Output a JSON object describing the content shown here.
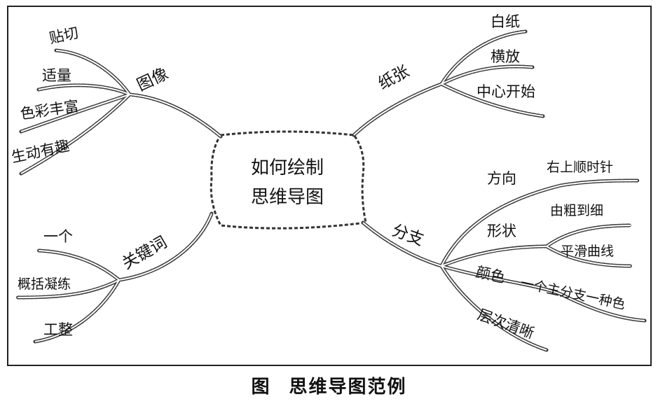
{
  "diagram": {
    "center": [
      "如何绘制",
      "思维导图"
    ],
    "branches": [
      {
        "id": "image",
        "label": "图像",
        "children": [
          "贴切",
          "适量",
          "色彩丰富",
          "生动有趣"
        ]
      },
      {
        "id": "paper",
        "label": "纸张",
        "children": [
          "白纸",
          "横放",
          "中心开始"
        ]
      },
      {
        "id": "keywords",
        "label": "关键词",
        "children": [
          "一个",
          "概括凝练",
          "工整"
        ]
      },
      {
        "id": "branch",
        "label": "分支",
        "children": [
          {
            "label": "方向",
            "children": [
              "右上顺时针"
            ]
          },
          {
            "label": "形状",
            "children": [
              "由粗到细",
              "平滑曲线"
            ]
          },
          {
            "label": "颜色",
            "children": [
              "一个主分支一种色"
            ]
          },
          {
            "label": "层次清晰",
            "children": []
          }
        ]
      }
    ]
  },
  "caption": {
    "prefix": "图",
    "title": "思维导图范例"
  }
}
